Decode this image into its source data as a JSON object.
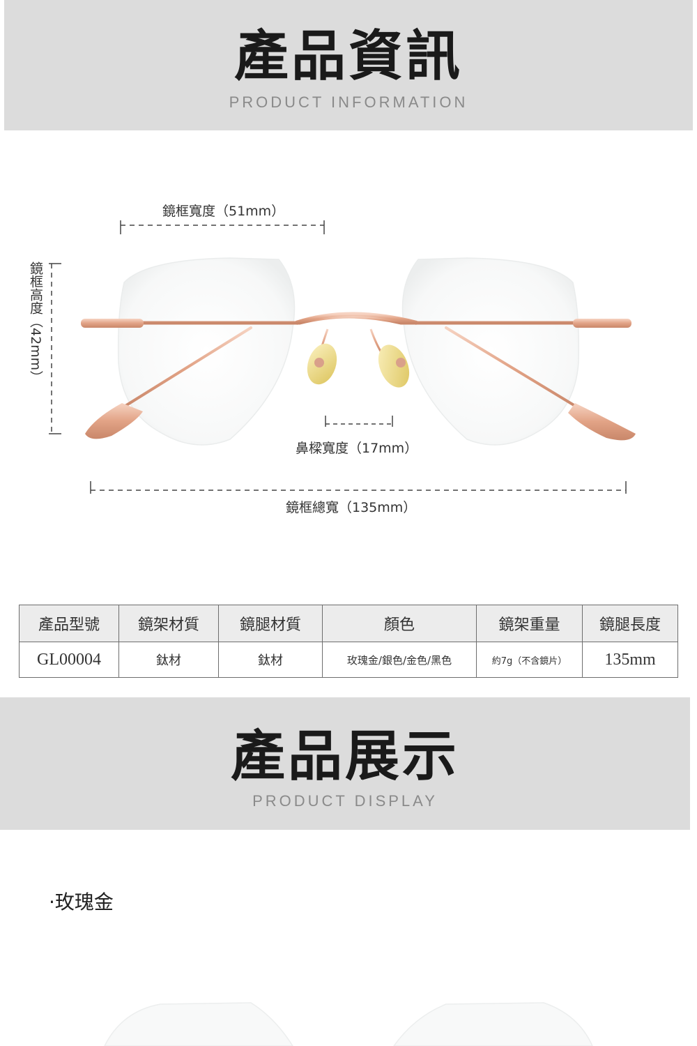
{
  "banner_info": {
    "title": "產品資訊",
    "subtitle": "PRODUCT INFORMATION"
  },
  "dimensions": {
    "frame_width": "鏡框寬度（51mm）",
    "frame_height": "鏡框高度（42mm）",
    "bridge_width": "鼻樑寬度（17mm）",
    "total_width": "鏡框總寬（135mm）"
  },
  "spec_table": {
    "headers": [
      "產品型號",
      "鏡架材質",
      "鏡腿材質",
      "顏色",
      "鏡架重量",
      "鏡腿長度"
    ],
    "values": [
      "GL00004",
      "鈦材",
      "鈦材",
      "玫瑰金/銀色/金色/黑色",
      "約7g（不含鏡片）",
      "135mm"
    ]
  },
  "banner_display": {
    "title": "產品展示",
    "subtitle": "PRODUCT DISPLAY"
  },
  "display": {
    "color_label": "·玫瑰金"
  },
  "colors": {
    "banner_bg": "#dcdcdc",
    "frame_metal": "#e8b49c",
    "nose_pad": "#eadb8a"
  }
}
